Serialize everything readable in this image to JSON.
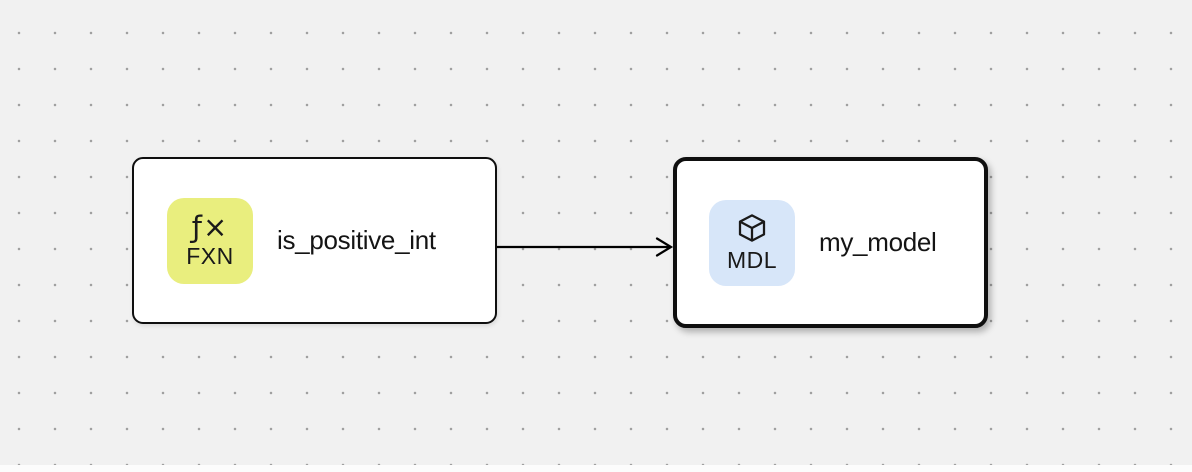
{
  "canvas": {
    "background": "#f1f1f1",
    "dot_color": "#a0a0a0",
    "node_border_color": "#0f0f0f",
    "label_color": "#141414"
  },
  "nodes": [
    {
      "id": "is_positive_int",
      "label": "is_positive_int",
      "selected": false,
      "badge": {
        "icon": "function-icon",
        "glyph": "ƒ×",
        "text": "FXN",
        "bg": "#e9ee7e"
      }
    },
    {
      "id": "my_model",
      "label": "my_model",
      "selected": true,
      "badge": {
        "icon": "cube-icon",
        "text": "MDL",
        "bg": "#d7e6f9"
      }
    }
  ],
  "edges": [
    {
      "from": "is_positive_int",
      "to": "my_model",
      "direction": "right"
    }
  ]
}
